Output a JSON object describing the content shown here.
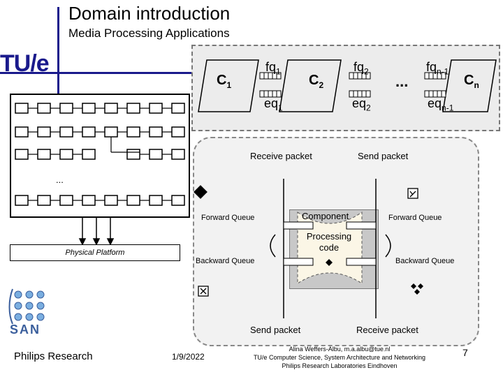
{
  "header": {
    "title": "Domain introduction",
    "subtitle": "Media Processing Applications",
    "logo_text": "TU/e"
  },
  "task_chain": {
    "tasks": [
      {
        "label": "C",
        "sub": "1"
      },
      {
        "label": "C",
        "sub": "2"
      },
      {
        "label": "C",
        "sub": "n"
      }
    ],
    "forward_queues": [
      {
        "label": "fq",
        "sub": "1"
      },
      {
        "label": "fq",
        "sub": "2"
      },
      {
        "label": "fq",
        "sub": "n-1"
      }
    ],
    "backward_queues": [
      {
        "label": "eq",
        "sub": "1"
      },
      {
        "label": "eq",
        "sub": "2"
      },
      {
        "label": "eq",
        "sub": "n-1"
      }
    ],
    "ellipsis": "..."
  },
  "platform": {
    "ellipsis": "...",
    "physical_label": "Physical Platform"
  },
  "component_detail": {
    "receive_packet_top": "Receive packet",
    "send_packet_top": "Send packet",
    "forward_queue_left": "Forward Queue",
    "forward_queue_right": "Forward Queue",
    "backward_queue_left": "Backward Queue",
    "backward_queue_right": "Backward Queue",
    "component_label": "Component",
    "processing_code": "Processing code",
    "send_packet_bottom": "Send packet",
    "receive_packet_bottom": "Receive packet"
  },
  "san_logo_text": "SAN",
  "footer": {
    "company": "Philips Research",
    "date": "1/9/2022",
    "author_line": "Alina Weffers-Albu, m.a.albu@tue.nl",
    "affiliation_line": "TU/e Computer Science, System Architecture and Networking",
    "lab_line": "Philips Research Laboratories Eindhoven",
    "page_number": "7"
  }
}
